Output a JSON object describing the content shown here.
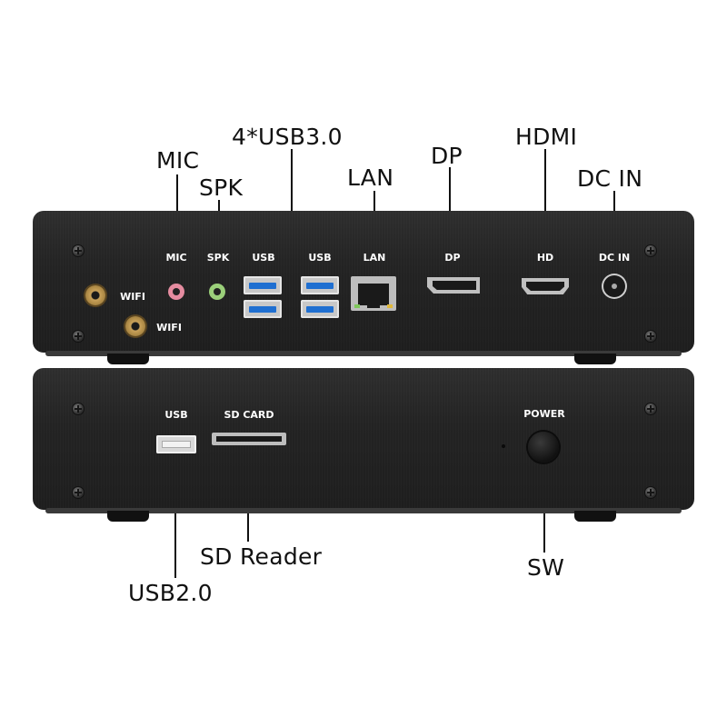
{
  "callouts": {
    "mic": "MIC",
    "spk": "SPK",
    "usb3": "4*USB3.0",
    "lan": "LAN",
    "dp": "DP",
    "hdmi": "HDMI",
    "dcin": "DC IN",
    "sd_reader": "SD Reader",
    "usb2": "USB2.0",
    "sw": "SW"
  },
  "back_panel": {
    "mic": "MIC",
    "spk": "SPK",
    "usb_a": "USB",
    "usb_b": "USB",
    "lan": "LAN",
    "dp": "DP",
    "hd": "HD",
    "dcin": "DC IN",
    "wifi_1": "WIFI",
    "wifi_2": "WIFI"
  },
  "front_panel": {
    "usb": "USB",
    "sd_card": "SD CARD",
    "power": "POWER"
  },
  "colors": {
    "chassis": "#232323",
    "usb3_blue": "#1f6fd1",
    "mic_pink": "#e58ca0",
    "spk_green": "#9bd07a",
    "antenna_gold": "#c9a25a"
  }
}
